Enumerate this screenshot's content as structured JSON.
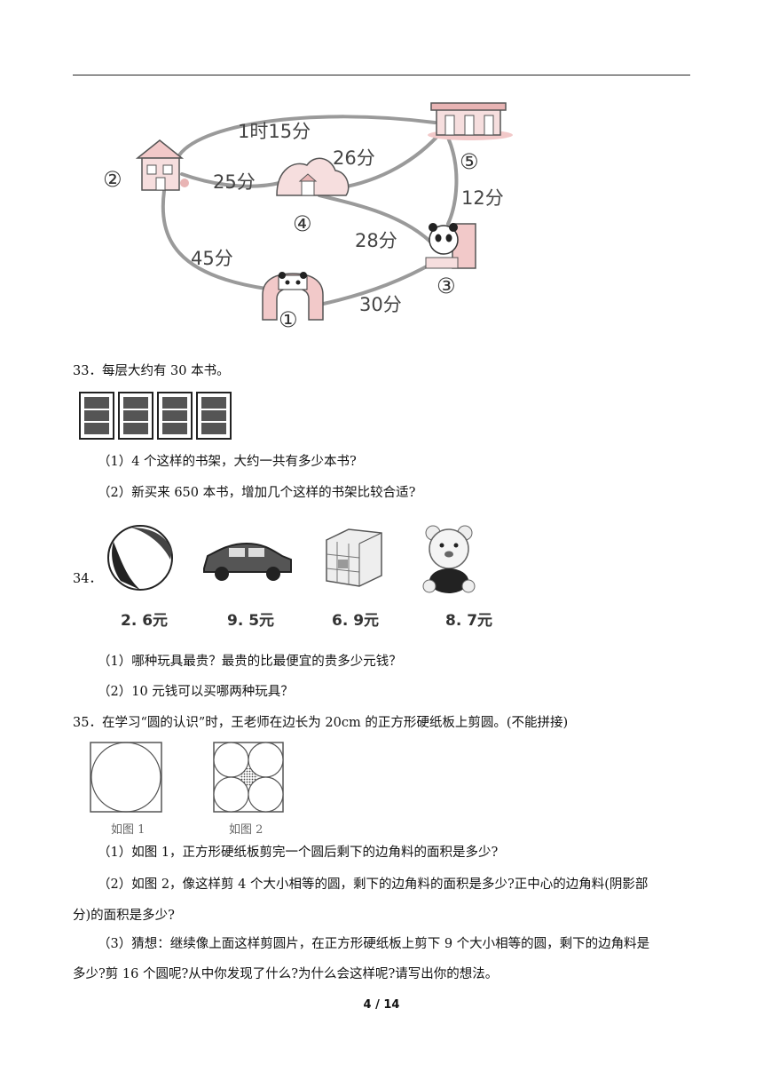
{
  "map": {
    "routes": {
      "r1": "1时15分",
      "r2": "26分",
      "r3": "25分",
      "r4": "12分",
      "r5": "28分",
      "r6": "45分",
      "r7": "30分"
    },
    "nodes": {
      "n1": "①",
      "n2": "②",
      "n3": "③",
      "n4": "④",
      "n5": "⑤"
    }
  },
  "q33": {
    "number": "33．",
    "text": "每层大约有 30 本书。",
    "sub1": "（1）4 个这样的书架，大约一共有多少本书?",
    "sub2": "（2）新买来 650 本书，增加几个这样的书架比较合适?"
  },
  "q34": {
    "number": "34．",
    "prices": [
      "2. 6元",
      "9. 5元",
      "6. 9元",
      "8. 7元"
    ],
    "toys": [
      "ball-icon",
      "car-icon",
      "cube-icon",
      "bear-icon"
    ],
    "sub1": "（1）哪种玩具最贵？最贵的比最便宜的贵多少元钱？",
    "sub2": "（2）10 元钱可以买哪两种玩具？"
  },
  "q35": {
    "number": "35．",
    "text": "在学习“圆的认识”时，王老师在边长为 20cm 的正方形硬纸板上剪圆。(不能拼接)",
    "fig1": "如图 1",
    "fig2": "如图 2",
    "sub1": "（1）如图 1，正方形硬纸板剪完一个圆后剩下的边角料的面积是多少?",
    "sub2a": "（2）如图 2，像这样剪 4 个大小相等的圆，剩下的边角料的面积是多少?正中心的边角料(阴影部",
    "sub2b": "分)的面积是多少?",
    "sub3a": "（3）猜想：继续像上面这样剪圆片，在正方形硬纸板上剪下 9 个大小相等的圆，剩下的边角料是",
    "sub3b": "多少?剪 16 个圆呢?从中你发现了什么?为什么会这样呢?请写出你的想法。"
  },
  "footer": {
    "page": "4 / 14"
  }
}
